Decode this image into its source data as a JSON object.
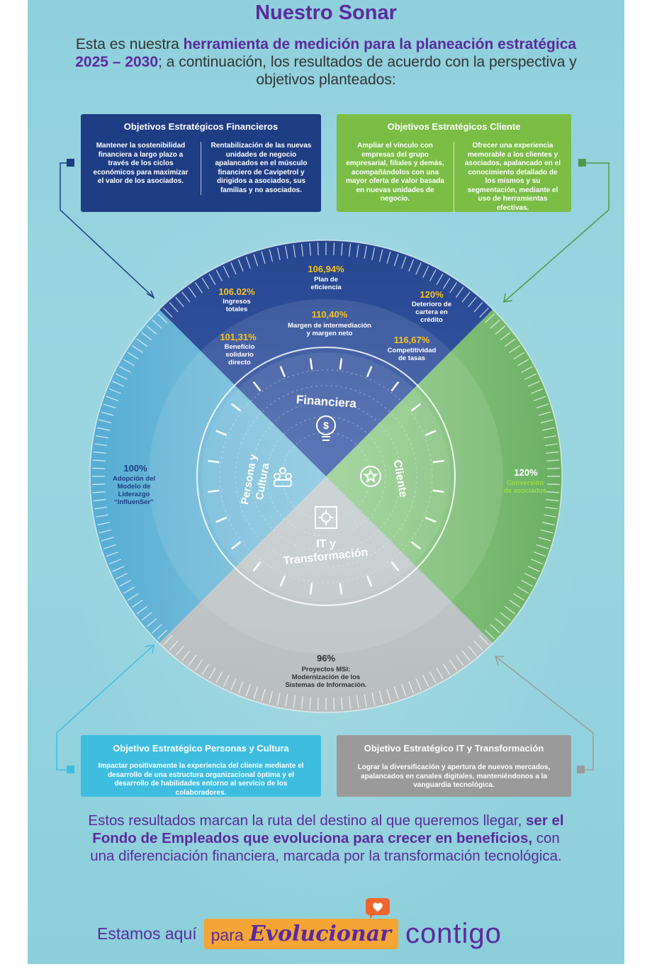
{
  "title": "Nuestro Sonar",
  "intro": {
    "part1": "Esta es nuestra ",
    "bold": "herramienta de medición para la planeación estratégica 2025 – 2030",
    "part2": "; a continuación, los resultados de acuerdo con la perspectiva y objetivos planteados:"
  },
  "boxes": {
    "financiera": {
      "title": "Objetivos Estratégicos  Financieros",
      "col1": "Mantener la sostenibilidad financiera a largo plazo a través de los ciclos económicos para maximizar el valor de los asociados.",
      "col2": "Rentabilización de las nuevas unidades de negocio apalancados en el músculo financiero de Cavipetrol y dirigidos a asociados, sus familias y no asociados.",
      "color": "#1e3d84"
    },
    "cliente": {
      "title": "Objetivos Estratégicos Cliente",
      "col1": "Ampliar el vínculo con empresas del grupo empresarial, filiales y demás, acompañándolos con una mayor oferta de valor basada en nuevas unidades de negocio.",
      "col2": "Ofrecer una experiencia memorable a los clientes y asociados, apalancado en el conocimiento detallado de los mismos y su segmentación, mediante el uso de herramientas efectivas.",
      "color": "#7bbd45"
    },
    "personas": {
      "title": "Objetivo Estratégico Personas y Cultura",
      "text": "Impactar positivamente la experiencia del cliente mediante el desarrollo de una estructura organizacional óptima y el desarrollo de habilidades entorno al servicio  de los colaboradores.",
      "color": "#3fbde1"
    },
    "it": {
      "title": "Objetivo Estratégico IT y Transformación",
      "text": "Lograr la diversificación y apertura de nuevos mercados, apalancados en canales digitales, manteniéndonos a la vanguardia tecnológica.",
      "color": "#9a9a9a"
    }
  },
  "sonar": {
    "quadrants": {
      "financiera": "Financiera",
      "cliente": "Cliente",
      "persona1": "Persona y",
      "persona2": "Cultura",
      "it1": "IT y",
      "it2": "Transformación"
    },
    "metrics": [
      {
        "value": "106,94%",
        "l1": "Plan de",
        "l2": "eficiencia",
        "l3": ""
      },
      {
        "value": "106.02%",
        "l1": "Ingresos",
        "l2": "totales",
        "l3": ""
      },
      {
        "value": "120%",
        "l1": "Deterioro de",
        "l2": "cartera en",
        "l3": "crédito"
      },
      {
        "value": "110,40%",
        "l1": "Margen de intermediación",
        "l2": "y margen neto",
        "l3": ""
      },
      {
        "value": "101,31%",
        "l1": "Beneficio",
        "l2": "solidario",
        "l3": "directo"
      },
      {
        "value": "116,67%",
        "l1": "Competitividad",
        "l2": "de tasas",
        "l3": ""
      },
      {
        "value": "100%",
        "l1": "Adopción del",
        "l2": "Modelo de",
        "l3": "Liderazgo",
        "l4": "“InfluenSer”"
      },
      {
        "value": "120%",
        "l1": "Conversión",
        "l2": "de asociados",
        "l3": ""
      },
      {
        "value": "96%",
        "l1": "Proyectos MSI:",
        "l2": "Modernización de los",
        "l3": "Sistemas de Información."
      }
    ],
    "colors": {
      "financiera": "#1f3d86",
      "cliente": "#5da544",
      "persona": "#3e9fcf",
      "it": "#a8a8a8",
      "highlight": "#f7c31c",
      "cliente_value": "#9be04a"
    }
  },
  "closing": {
    "part1": "Estos resultados marcan la ruta del destino al que queremos llegar, ",
    "bold": "ser el Fondo de Empleados que evoluciona para crecer en beneficios,",
    "part2": " con una diferenciación financiera, marcada por la transformación tecnológica."
  },
  "slogan": {
    "s1": "Estamos aquí",
    "s2a": "para",
    "s2b": "Evolucionar",
    "s3": "contigo"
  }
}
